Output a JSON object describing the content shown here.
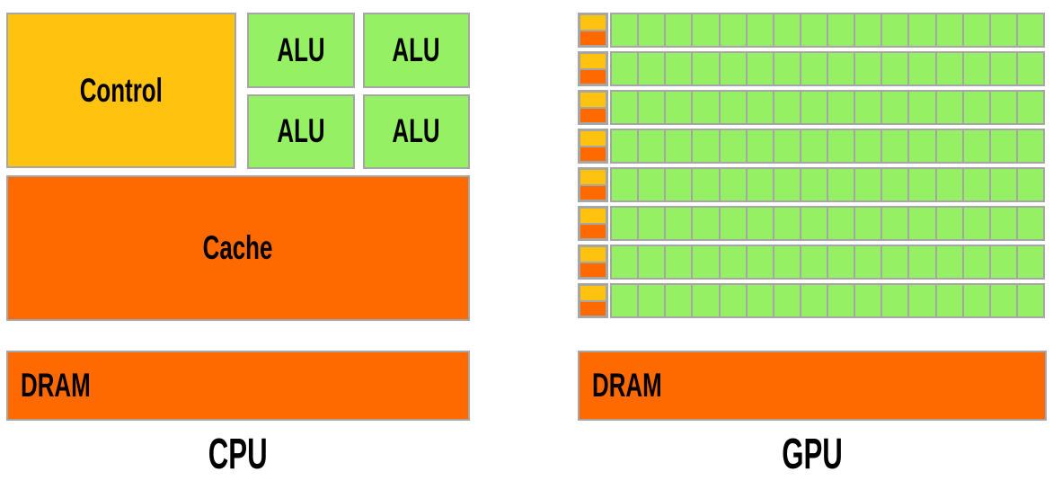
{
  "diagram": {
    "cpu": {
      "title": "CPU",
      "control_label": "Control",
      "alu_labels": [
        "ALU",
        "ALU",
        "ALU",
        "ALU"
      ],
      "cache_label": "Cache",
      "dram_label": "DRAM"
    },
    "gpu": {
      "title": "GPU",
      "rows": 8,
      "alus_per_row": 16,
      "dram_label": "DRAM"
    },
    "colors": {
      "control_yellow": "#FFC20E",
      "cache_orange": "#FF6A00",
      "alu_green": "#96F064",
      "border_gray": "#A6A6A6",
      "background": "#FFFFFF",
      "text": "#000000"
    }
  }
}
